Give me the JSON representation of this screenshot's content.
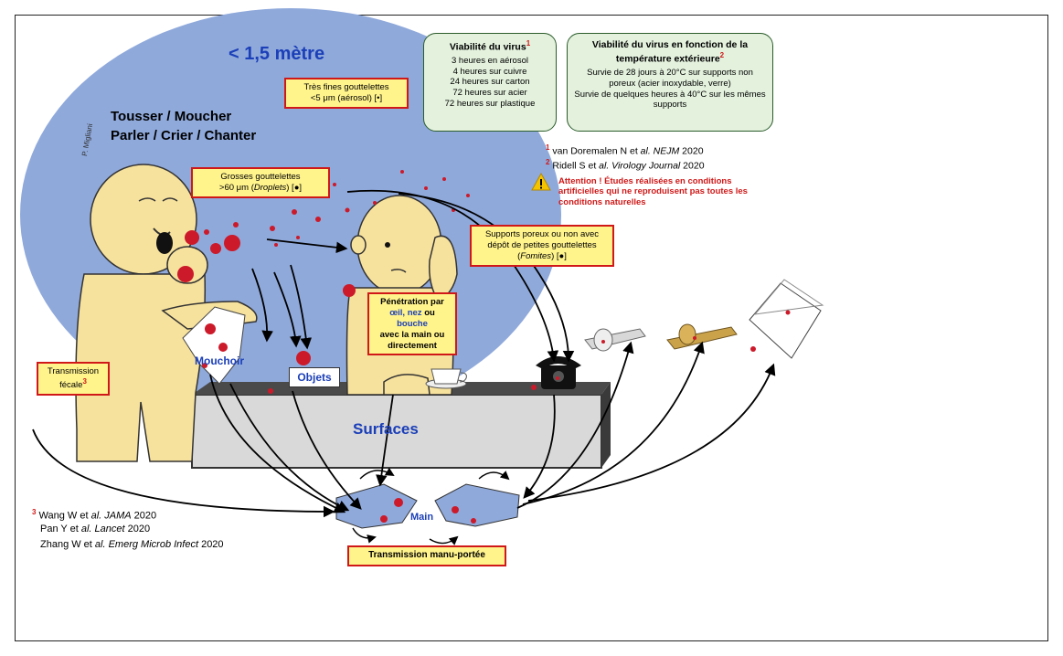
{
  "distance": "< 1,5 mètre",
  "author": "P. Migliani",
  "actions": [
    "Tousser / Moucher",
    "Parler / Crier / Chanter"
  ],
  "fine_droplets": {
    "line1": "Très fines gouttelettes",
    "line2": "<5 μm (aérosol) [•]"
  },
  "big_droplets": {
    "line1": "Grosses gouttelettes",
    "line2_a": ">60 μm (",
    "line2_em": "Droplets",
    "line2_b": ") [●]"
  },
  "viability": {
    "title": "Viabilité du virus",
    "sup": "1",
    "lines": [
      "3 heures en aérosol",
      "4 heures sur cuivre",
      "24 heures sur carton",
      "72 heures sur acier",
      "72 heures sur plastique"
    ]
  },
  "viability_temp": {
    "title": "Viabilité du virus en fonction de la température extérieure",
    "sup": "2",
    "lines": [
      "Survie de 28 jours à 20°C sur supports non poreux (acier inoxydable, verre)",
      "Survie de quelques heures à 40°C sur les mêmes supports"
    ]
  },
  "refs_top": [
    {
      "num": "1",
      "pre": "van Doremalen N et ",
      "em": "al. NEJM",
      "post": " 2020"
    },
    {
      "num": "2",
      "pre": "Ridell S et ",
      "em": "al. Virology Journal",
      "post": " 2020"
    }
  ],
  "warning": "Attention ! Études réalisées en conditions artificielles qui ne reproduisent pas toutes les conditions naturelles",
  "fomites": {
    "line1": "Supports poreux ou non avec",
    "line2": "dépôt de petites gouttelettes",
    "line3_a": "(",
    "line3_em": "Fomites",
    "line3_b": ") [●]"
  },
  "penetration": {
    "l1": "Pénétration par",
    "l2_a": "œil, ",
    "l2_b": "nez",
    "l2_c": " ou ",
    "l2_d": "bouche",
    "l3": "avec la main ou",
    "l4": "directement"
  },
  "labels": {
    "mouchoir": "Mouchoir",
    "objets": "Objets",
    "surfaces": "Surfaces",
    "main": "Main"
  },
  "fecal": {
    "line1": "Transmission",
    "line2": "fécale",
    "sup": "3"
  },
  "refs_bottom": [
    {
      "num": "3",
      "pre": "Wang W et ",
      "em": "al. JAMA",
      "post": " 2020"
    },
    {
      "num": "",
      "pre": "Pan Y et ",
      "em": "al. Lancet",
      "post": " 2020"
    },
    {
      "num": "",
      "pre": "Zhang W et ",
      "em": "al. Emerg Microb Infect",
      "post": " 2020"
    }
  ],
  "manuportee": "Transmission manu-portée",
  "colors": {
    "circle": "#8fa9db",
    "skin": "#f7e29d",
    "surface": "#d9d9d9",
    "droplet": "#cc1a2a",
    "box_fill": "#fff38c",
    "box_border": "#d01818",
    "green_box": "#e3f1dd",
    "blue_text": "#1b3fb8"
  }
}
